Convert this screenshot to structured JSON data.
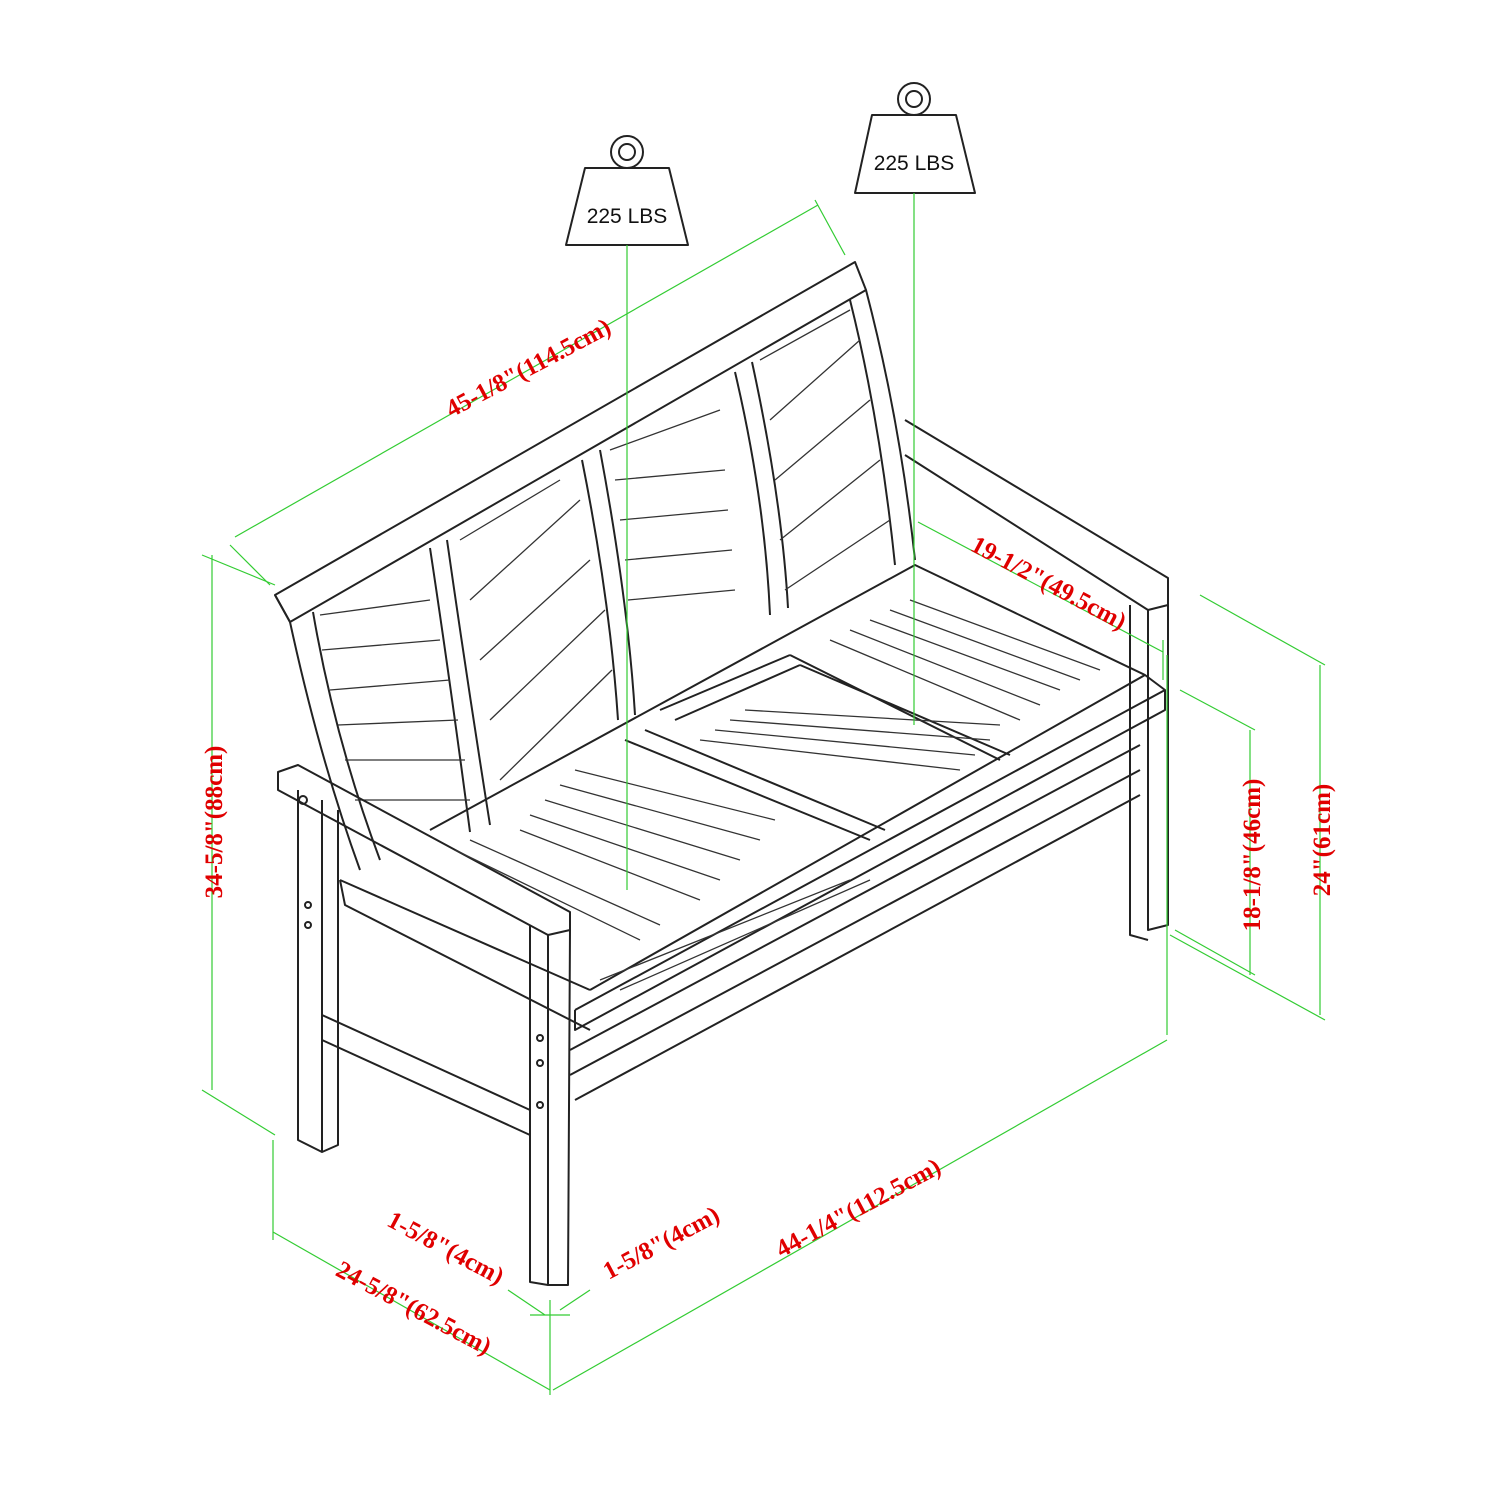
{
  "weights": [
    {
      "label": "225 LBS"
    },
    {
      "label": "225 LBS"
    }
  ],
  "dimensions": {
    "back_width": "45-1/8\"(114.5cm)",
    "seat_depth": "19-1/2\"(49.5cm)",
    "total_height": "34-5/8\"(88cm)",
    "seat_height": "18-1/8\"(46cm)",
    "arm_height": "24\"(61cm)",
    "leg_width_left": "1-5/8\"(4cm)",
    "leg_width_right": "1-5/8\"(4cm)",
    "total_depth": "24-5/8\"(62.5cm)",
    "total_width": "44-1/4\"(112.5cm)"
  },
  "colors": {
    "dimension_text": "#e00000",
    "dimension_line": "#33cc33",
    "drawing": "#222222"
  }
}
